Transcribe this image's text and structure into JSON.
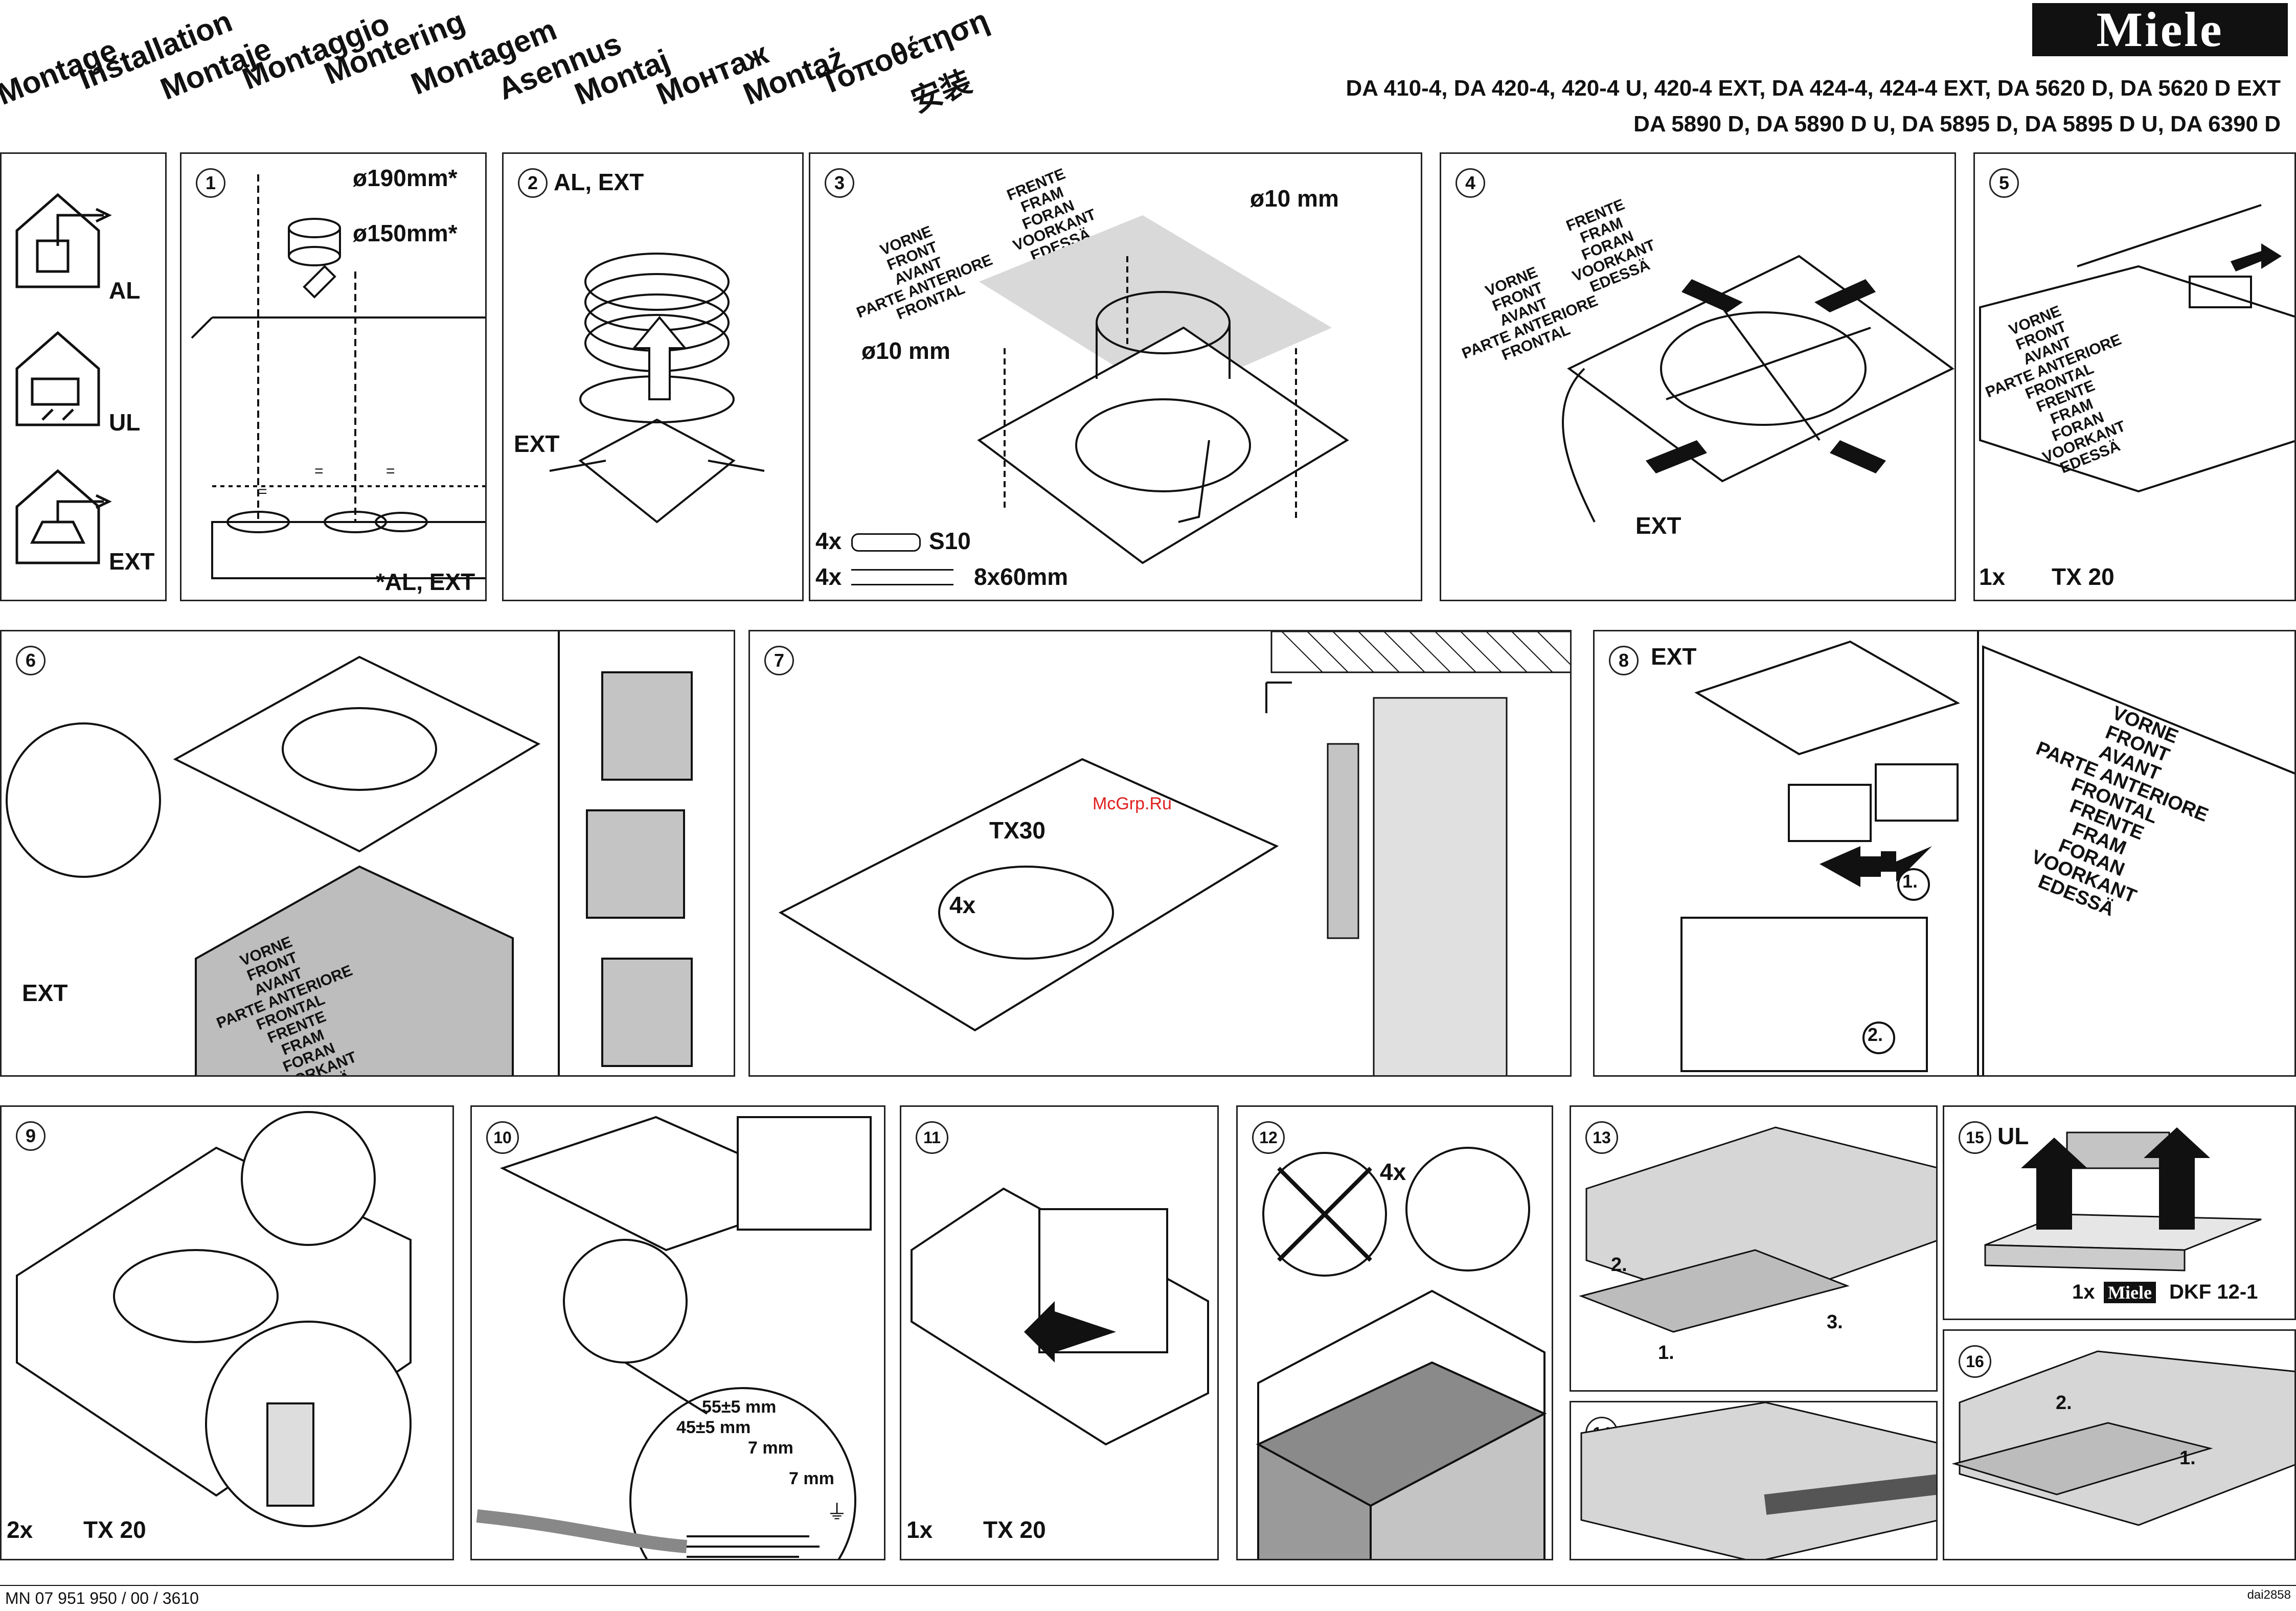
{
  "header": {
    "languages": [
      "Montage",
      "Installation",
      "Montaje",
      "Montaggio",
      "Montering",
      "Montagem",
      "Asennus",
      "Montaj",
      "Монтаж",
      "Montaż",
      "Τοποθέτηση",
      "安装"
    ],
    "brand": "Miele",
    "models_line1": "DA 410-4, DA 420-4, 420-4 U, 420-4 EXT, DA 424-4, 424-4 EXT, DA 5620 D, DA 5620 D EXT",
    "models_line2": "DA 5890 D, DA 5890 D U, DA 5895 D, DA 5895 D U, DA 6390 D"
  },
  "side_legend": {
    "al": "AL",
    "ul": "UL",
    "ext": "EXT"
  },
  "directions": [
    "VORNE",
    "FRONT",
    "AVANT",
    "PARTE ANTERIORE",
    "FRONTAL",
    "FRENTE",
    "FRAM",
    "FORAN",
    "VOORKANT",
    "EDESSÄ"
  ],
  "steps": {
    "s1": {
      "num": "1",
      "d190": "ø190mm*",
      "d150": "ø150mm*",
      "note": "*AL, EXT"
    },
    "s2": {
      "num": "2",
      "title": "AL, EXT",
      "ext": "EXT"
    },
    "s3": {
      "num": "3",
      "hole_top": "ø10 mm",
      "hole_left": "ø10 mm",
      "qty1": "4x",
      "plug": "S10",
      "qty2": "4x",
      "screw": "8x60mm"
    },
    "s4": {
      "num": "4",
      "ext": "EXT"
    },
    "s5": {
      "num": "5",
      "qty": "1x",
      "tool": "TX 20"
    },
    "s6": {
      "num": "6",
      "ext": "EXT"
    },
    "s7": {
      "num": "7",
      "tool": "TX30",
      "qty": "4x",
      "watermark": "McGrp.Ru"
    },
    "s8": {
      "num": "8",
      "title": "EXT",
      "sub1": "1.",
      "sub2": "2."
    },
    "s9": {
      "num": "9",
      "qty": "2x",
      "tool": "TX 20"
    },
    "s10": {
      "num": "10",
      "m1": "55±5 mm",
      "m2": "45±5 mm",
      "m3": "7 mm",
      "m4": "7 mm"
    },
    "s11": {
      "num": "11",
      "qty": "1x",
      "tool": "TX 20"
    },
    "s12": {
      "num": "12",
      "qty": "4x"
    },
    "s13": {
      "num": "13",
      "a": "1.",
      "b": "2.",
      "c": "3."
    },
    "s14": {
      "num": "14"
    },
    "s15": {
      "num": "15",
      "title": "UL",
      "qty": "1x",
      "brand": "Miele",
      "part": "DKF 12-1"
    },
    "s16": {
      "num": "16",
      "a": "1.",
      "b": "2."
    }
  },
  "footer": {
    "doc_number": "MN 07 951 950 / 00 / 3610",
    "code": "dai2858"
  }
}
